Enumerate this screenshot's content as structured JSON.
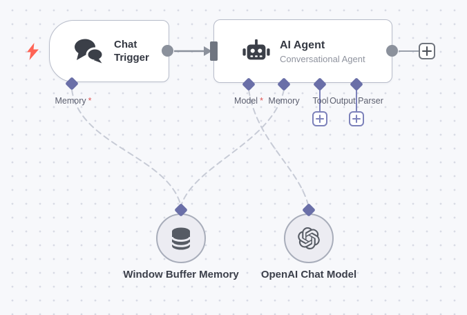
{
  "canvas": {
    "background": "#f7f8fb",
    "dot_color": "#d8dbe5"
  },
  "colors": {
    "node_border": "#b7bcc9",
    "node_fill": "#ffffff",
    "endpoint_gray": "#8b919c",
    "input_connector_gray": "#6f7580",
    "port_diamond_indigo": "#6a6fa8",
    "wire_purple": "#7c81ba",
    "wire_dashed_gray": "#c7cbd6",
    "required_asterisk_red": "#e05252",
    "trigger_bolt_red": "#ff6455",
    "icon_dark": "#3b3f48",
    "subnode_fill": "#ececf2"
  },
  "nodes": {
    "chat_trigger": {
      "title": "Chat Trigger",
      "icon": "chat-bubbles-icon",
      "ports": {
        "memory": {
          "label": "Memory",
          "required": "*"
        }
      }
    },
    "ai_agent": {
      "title": "AI Agent",
      "subtitle": "Conversational Agent",
      "icon": "robot-icon",
      "ports": {
        "model": {
          "label": "Model",
          "required": "*"
        },
        "memory": {
          "label": "Memory"
        },
        "tool": {
          "label": "Tool"
        },
        "output_parser": {
          "label": "Output Parser"
        }
      }
    },
    "window_buffer_memory": {
      "title": "Window Buffer Memory",
      "icon": "database-icon"
    },
    "openai_chat_model": {
      "title": "OpenAI Chat Model",
      "icon": "openai-icon"
    }
  },
  "connections": [
    {
      "from": "chat-trigger:main",
      "to": "ai-agent:main",
      "style": "solid-arrow"
    },
    {
      "from": "chat-trigger:memory",
      "to": "window-buffer-memory",
      "style": "dashed"
    },
    {
      "from": "ai-agent:memory",
      "to": "window-buffer-memory",
      "style": "dashed"
    },
    {
      "from": "ai-agent:model",
      "to": "openai-chat-model",
      "style": "dashed"
    }
  ]
}
